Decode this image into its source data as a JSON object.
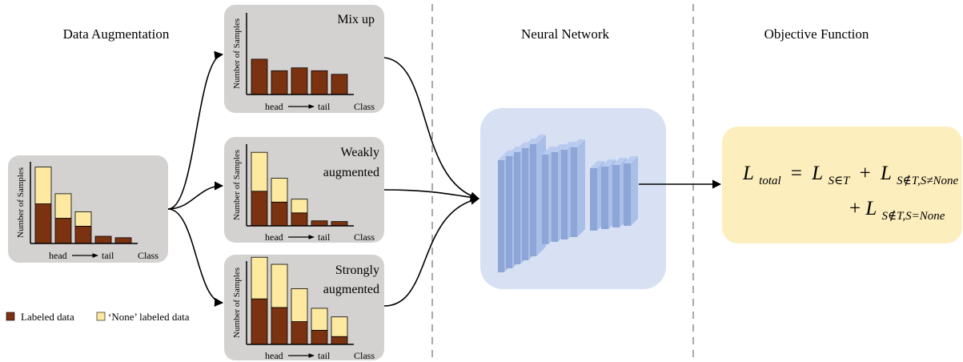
{
  "headers": {
    "data_augmentation": "Data Augmentation",
    "neural_network": "Neural Network",
    "objective_function": "Objective Function"
  },
  "axis_labels": {
    "y": "Number of Samples",
    "head": "head",
    "tail": "tail",
    "class": "Class"
  },
  "panels": {
    "original": {
      "labeled": [
        0.55,
        0.35,
        0.24,
        0.1,
        0.08
      ],
      "none": [
        0.51,
        0.34,
        0.2,
        0.0,
        0.0
      ]
    },
    "mixup": {
      "title": "Mix up",
      "labeled": [
        0.49,
        0.33,
        0.37,
        0.33,
        0.28
      ],
      "none": [
        0,
        0,
        0,
        0,
        0
      ]
    },
    "weakly": {
      "title_line1": "Weakly",
      "title_line2": "augmented",
      "labeled": [
        0.48,
        0.33,
        0.18,
        0.07,
        0.06
      ],
      "none": [
        0.54,
        0.33,
        0.19,
        0.0,
        0.0
      ]
    },
    "strongly": {
      "title_line1": "Strongly",
      "title_line2": "augmented",
      "labeled": [
        0.58,
        0.47,
        0.29,
        0.18,
        0.1
      ],
      "none": [
        0.53,
        0.55,
        0.42,
        0.28,
        0.25
      ]
    }
  },
  "legend": {
    "labeled": "Labeled data",
    "none_labeled": "‘None’ labeled data"
  },
  "formula": {
    "line1": {
      "L": "L",
      "total": "total",
      "eq": "=",
      "sub1": "S∈T",
      "plus": "+",
      "sub2": "S∉T,S≠None"
    },
    "line2": {
      "plus": "+",
      "L": "L",
      "sub3": "S∉T,S=None"
    }
  },
  "colors": {
    "labeled": "#7b3210",
    "none_labeled": "#fdeaa0",
    "panel_bg": "#d4d2d1",
    "nn_bg": "#d7e1f3",
    "layer_face": "#8da6d7",
    "layer_side": "#a9bfe8",
    "objective_bg": "#fdeebd",
    "divider": "#a8a8a8"
  }
}
